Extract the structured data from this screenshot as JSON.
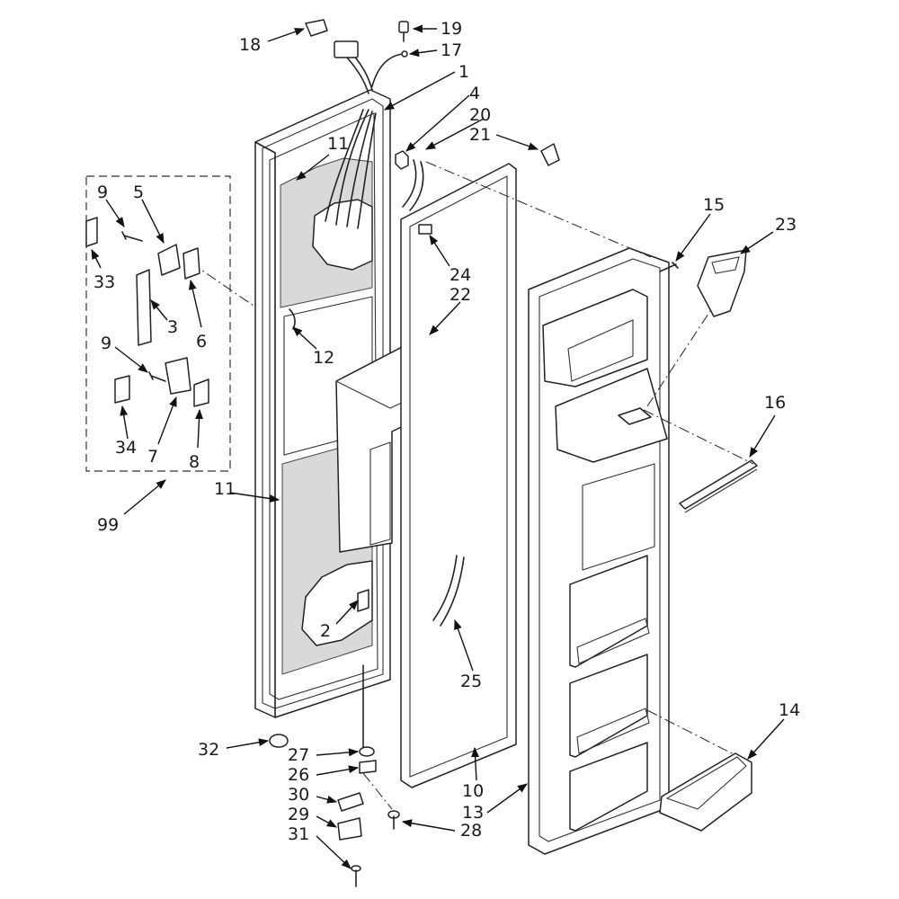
{
  "diagram": {
    "labels": [
      {
        "id": "18",
        "text": "18"
      },
      {
        "id": "19",
        "text": "19"
      },
      {
        "id": "17",
        "text": "17"
      },
      {
        "id": "1",
        "text": "1"
      },
      {
        "id": "4",
        "text": "4"
      },
      {
        "id": "20",
        "text": "20"
      },
      {
        "id": "21",
        "text": "21"
      },
      {
        "id": "11a",
        "text": "11"
      },
      {
        "id": "9a",
        "text": "9"
      },
      {
        "id": "5",
        "text": "5"
      },
      {
        "id": "33",
        "text": "33"
      },
      {
        "id": "3",
        "text": "3"
      },
      {
        "id": "6",
        "text": "6"
      },
      {
        "id": "9b",
        "text": "9"
      },
      {
        "id": "34",
        "text": "34"
      },
      {
        "id": "7",
        "text": "7"
      },
      {
        "id": "8",
        "text": "8"
      },
      {
        "id": "99",
        "text": "99"
      },
      {
        "id": "12",
        "text": "12"
      },
      {
        "id": "24",
        "text": "24"
      },
      {
        "id": "22",
        "text": "22"
      },
      {
        "id": "15",
        "text": "15"
      },
      {
        "id": "23",
        "text": "23"
      },
      {
        "id": "16",
        "text": "16"
      },
      {
        "id": "11b",
        "text": "11"
      },
      {
        "id": "2",
        "text": "2"
      },
      {
        "id": "25",
        "text": "25"
      },
      {
        "id": "14",
        "text": "14"
      },
      {
        "id": "32",
        "text": "32"
      },
      {
        "id": "27",
        "text": "27"
      },
      {
        "id": "26",
        "text": "26"
      },
      {
        "id": "30",
        "text": "30"
      },
      {
        "id": "29",
        "text": "29"
      },
      {
        "id": "31",
        "text": "31"
      },
      {
        "id": "28",
        "text": "28"
      },
      {
        "id": "10",
        "text": "10"
      },
      {
        "id": "13",
        "text": "13"
      }
    ]
  }
}
